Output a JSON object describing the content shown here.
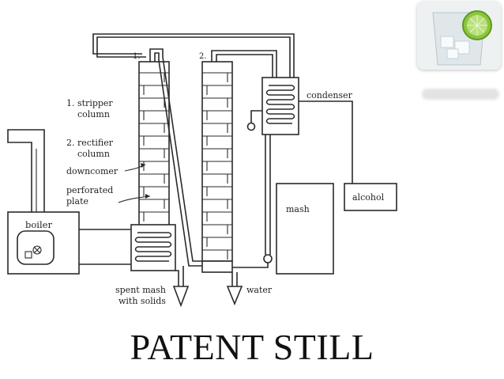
{
  "title": "PATENT STILL",
  "diagram": {
    "markers": {
      "column_1": "1.",
      "column_2": "2."
    },
    "labels": {
      "stripper_line1": "1. stripper",
      "stripper_line2": "column",
      "rectifier_line1": "2. rectifier",
      "rectifier_line2": "column",
      "downcomer": "downcomer",
      "perforated_line1": "perforated",
      "perforated_line2": "plate",
      "boiler": "boiler",
      "condenser": "condenser",
      "mash": "mash",
      "alcohol": "alcohol",
      "spent_line1": "spent mash",
      "spent_line2": "with solids",
      "water": "water"
    }
  },
  "thumbnail": {
    "icon": "glass-with-lime-icon"
  }
}
